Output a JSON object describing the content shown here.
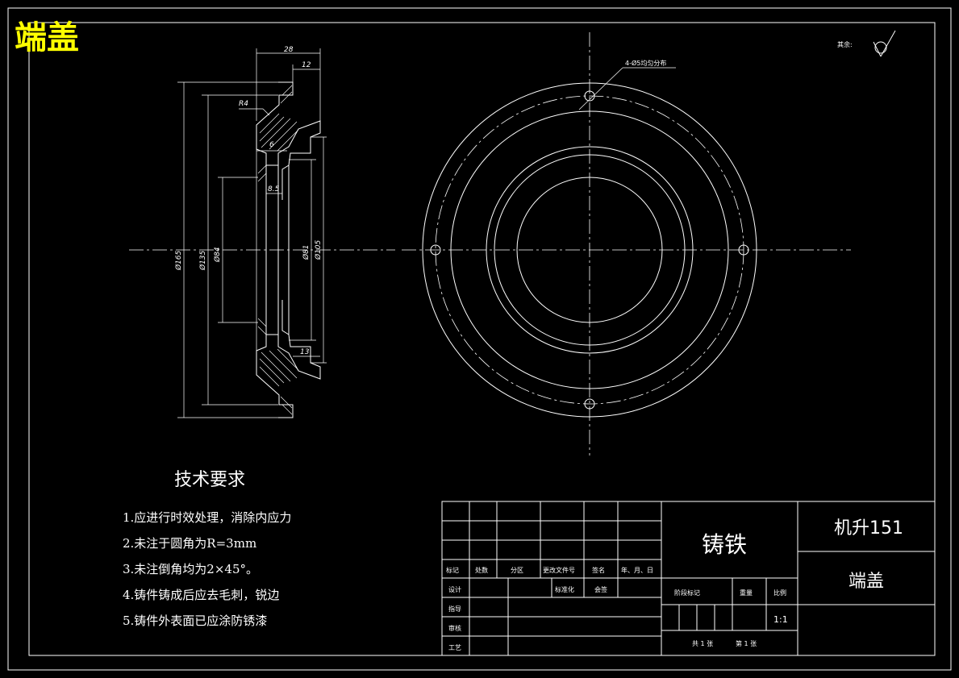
{
  "drawing_title": "端盖",
  "roughness_note": "其余:",
  "hole_note": "4-Ø5均匀分布",
  "dimensions": {
    "width_total": "28",
    "width_flange": "12",
    "radius": "R4",
    "groove_w": "6",
    "groove_d": "8.5",
    "width_hub": "13",
    "d1": "Ø165",
    "d2": "Ø135",
    "d3": "Ø84",
    "d4": "Ø81",
    "d5": "Ø105"
  },
  "requirements": {
    "heading": "技术要求",
    "items": [
      "1.应进行时效处理，消除内应力",
      "2.未注于圆角为R=3mm",
      "3.未注倒角均为2×45°。",
      "4.铸件铸成后应去毛刺，锐边",
      "5.铸件外表面已应涂防锈漆"
    ]
  },
  "title_block": {
    "material": "铸铁",
    "drawing_no": "机升151",
    "part_name": "端盖",
    "header_labels": [
      "标记",
      "处数",
      "分区",
      "更改文件号",
      "签名",
      "年、月、日"
    ],
    "row_labels": [
      "设计",
      "指导",
      "审核",
      "工艺"
    ],
    "standardize": "标准化",
    "sign_small": "会签",
    "stage_mark": "阶段标记",
    "weight": "重量",
    "scale_label": "比例",
    "scale_value": "1:1",
    "sheet_total": "共 1 张",
    "sheet_no": "第 1 张"
  }
}
